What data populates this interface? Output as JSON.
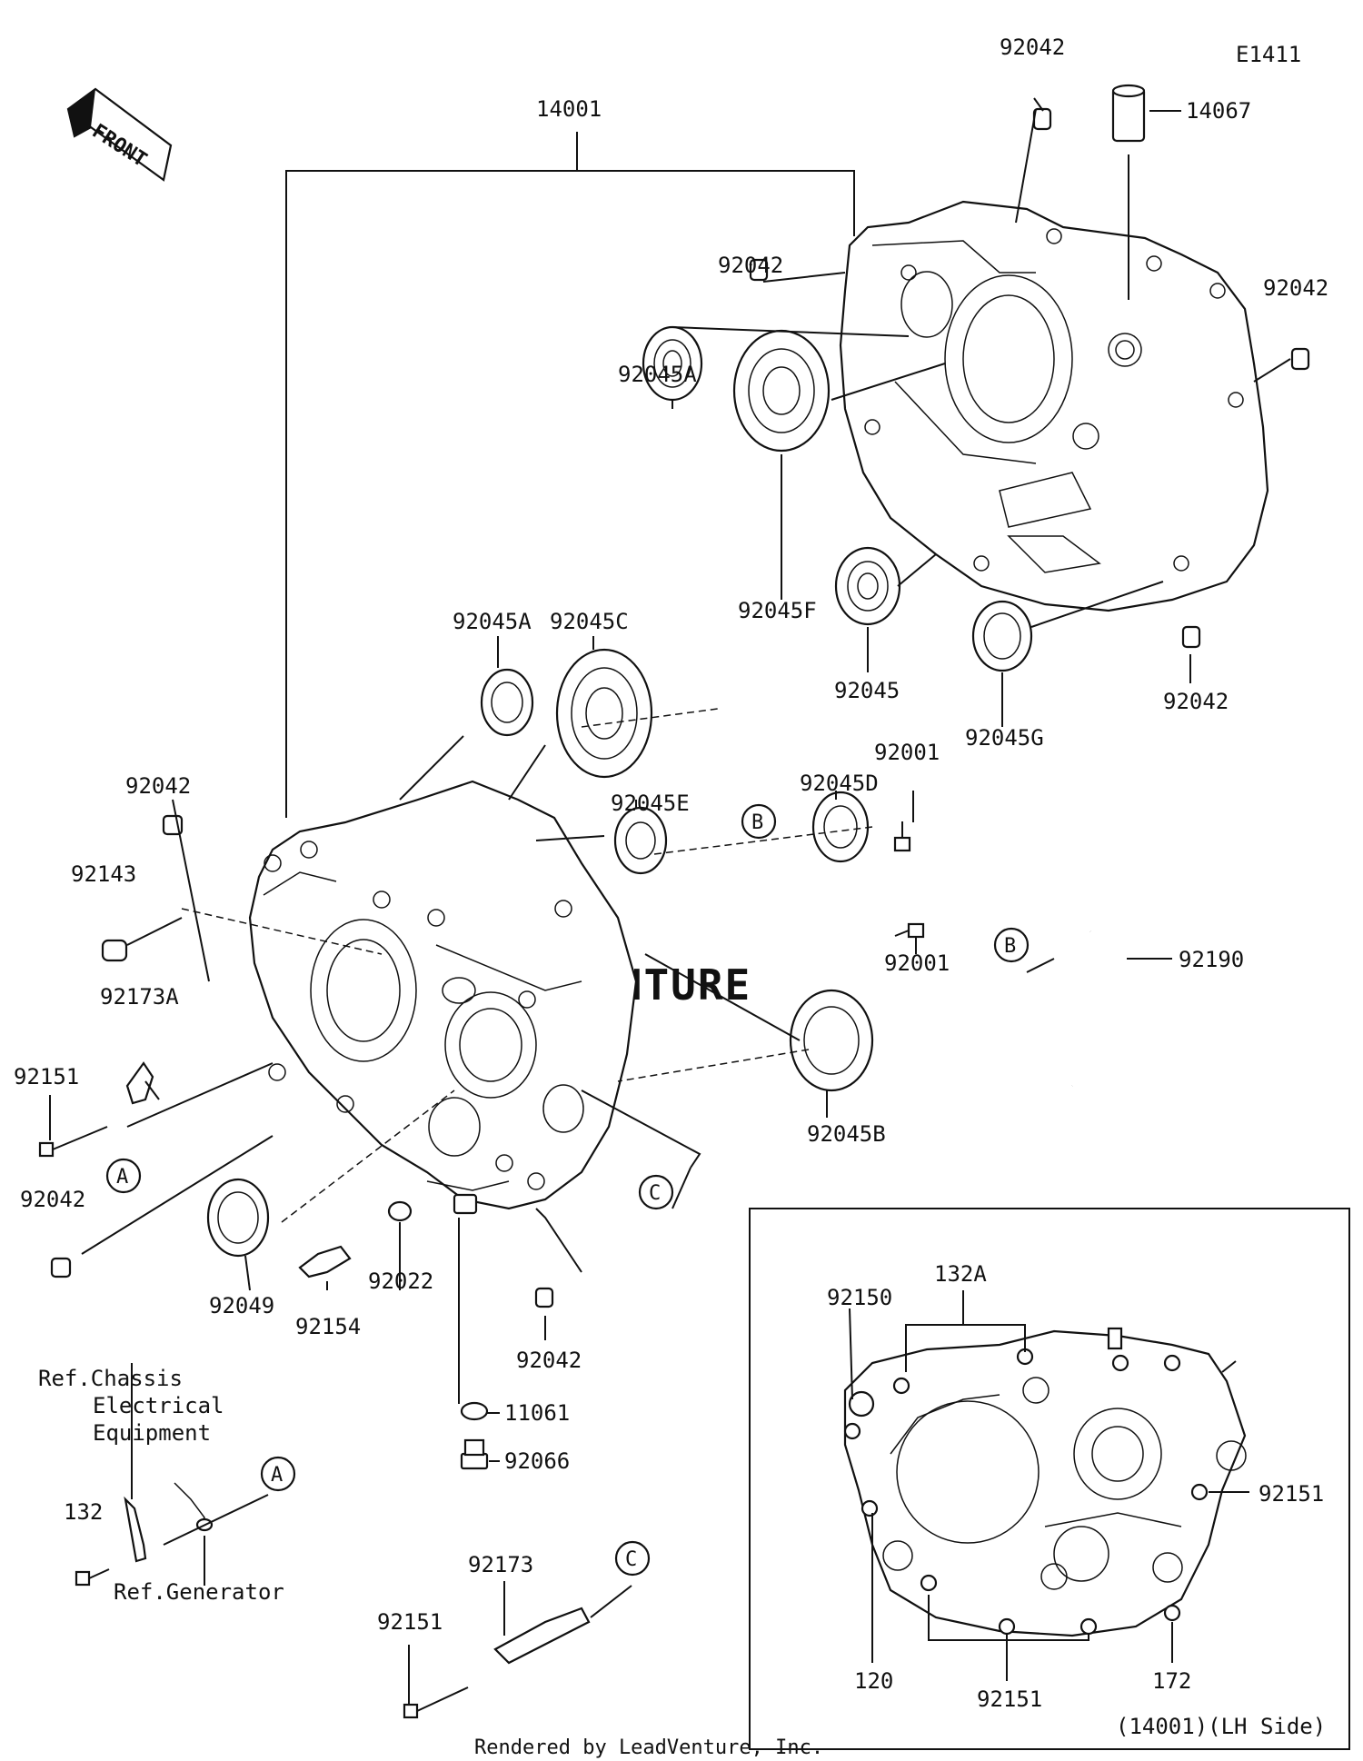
{
  "diagram_code": "E1411",
  "front_label": "FRONT",
  "watermark": "ADVENTURE",
  "footer": "Rendered by LeadVenture, Inc.",
  "refs": {
    "chassis_line1": "Ref.Chassis",
    "chassis_line2": "Electrical",
    "chassis_line3": "Equipment",
    "generator": "Ref.Generator"
  },
  "inset_caption": "(14001)(LH Side)",
  "callouts": {
    "A": "A",
    "B": "B",
    "C": "C"
  },
  "parts": {
    "p14001": "14001",
    "p14067": "14067",
    "p92042": "92042",
    "p92045A": "92045A",
    "p92045C": "92045C",
    "p92045E": "92045E",
    "p92045D": "92045D",
    "p92045F": "92045F",
    "p92045": "92045",
    "p92045G": "92045G",
    "p92045B": "92045B",
    "p92001": "92001",
    "p92143": "92143",
    "p92173A": "92173A",
    "p92151": "92151",
    "p92049": "92049",
    "p92154": "92154",
    "p92022": "92022",
    "p11061": "11061",
    "p92066": "92066",
    "p92190": "92190",
    "p132": "132",
    "p92173": "92173",
    "p132A": "132A",
    "p92150": "92150",
    "p120": "120",
    "p172": "172"
  }
}
